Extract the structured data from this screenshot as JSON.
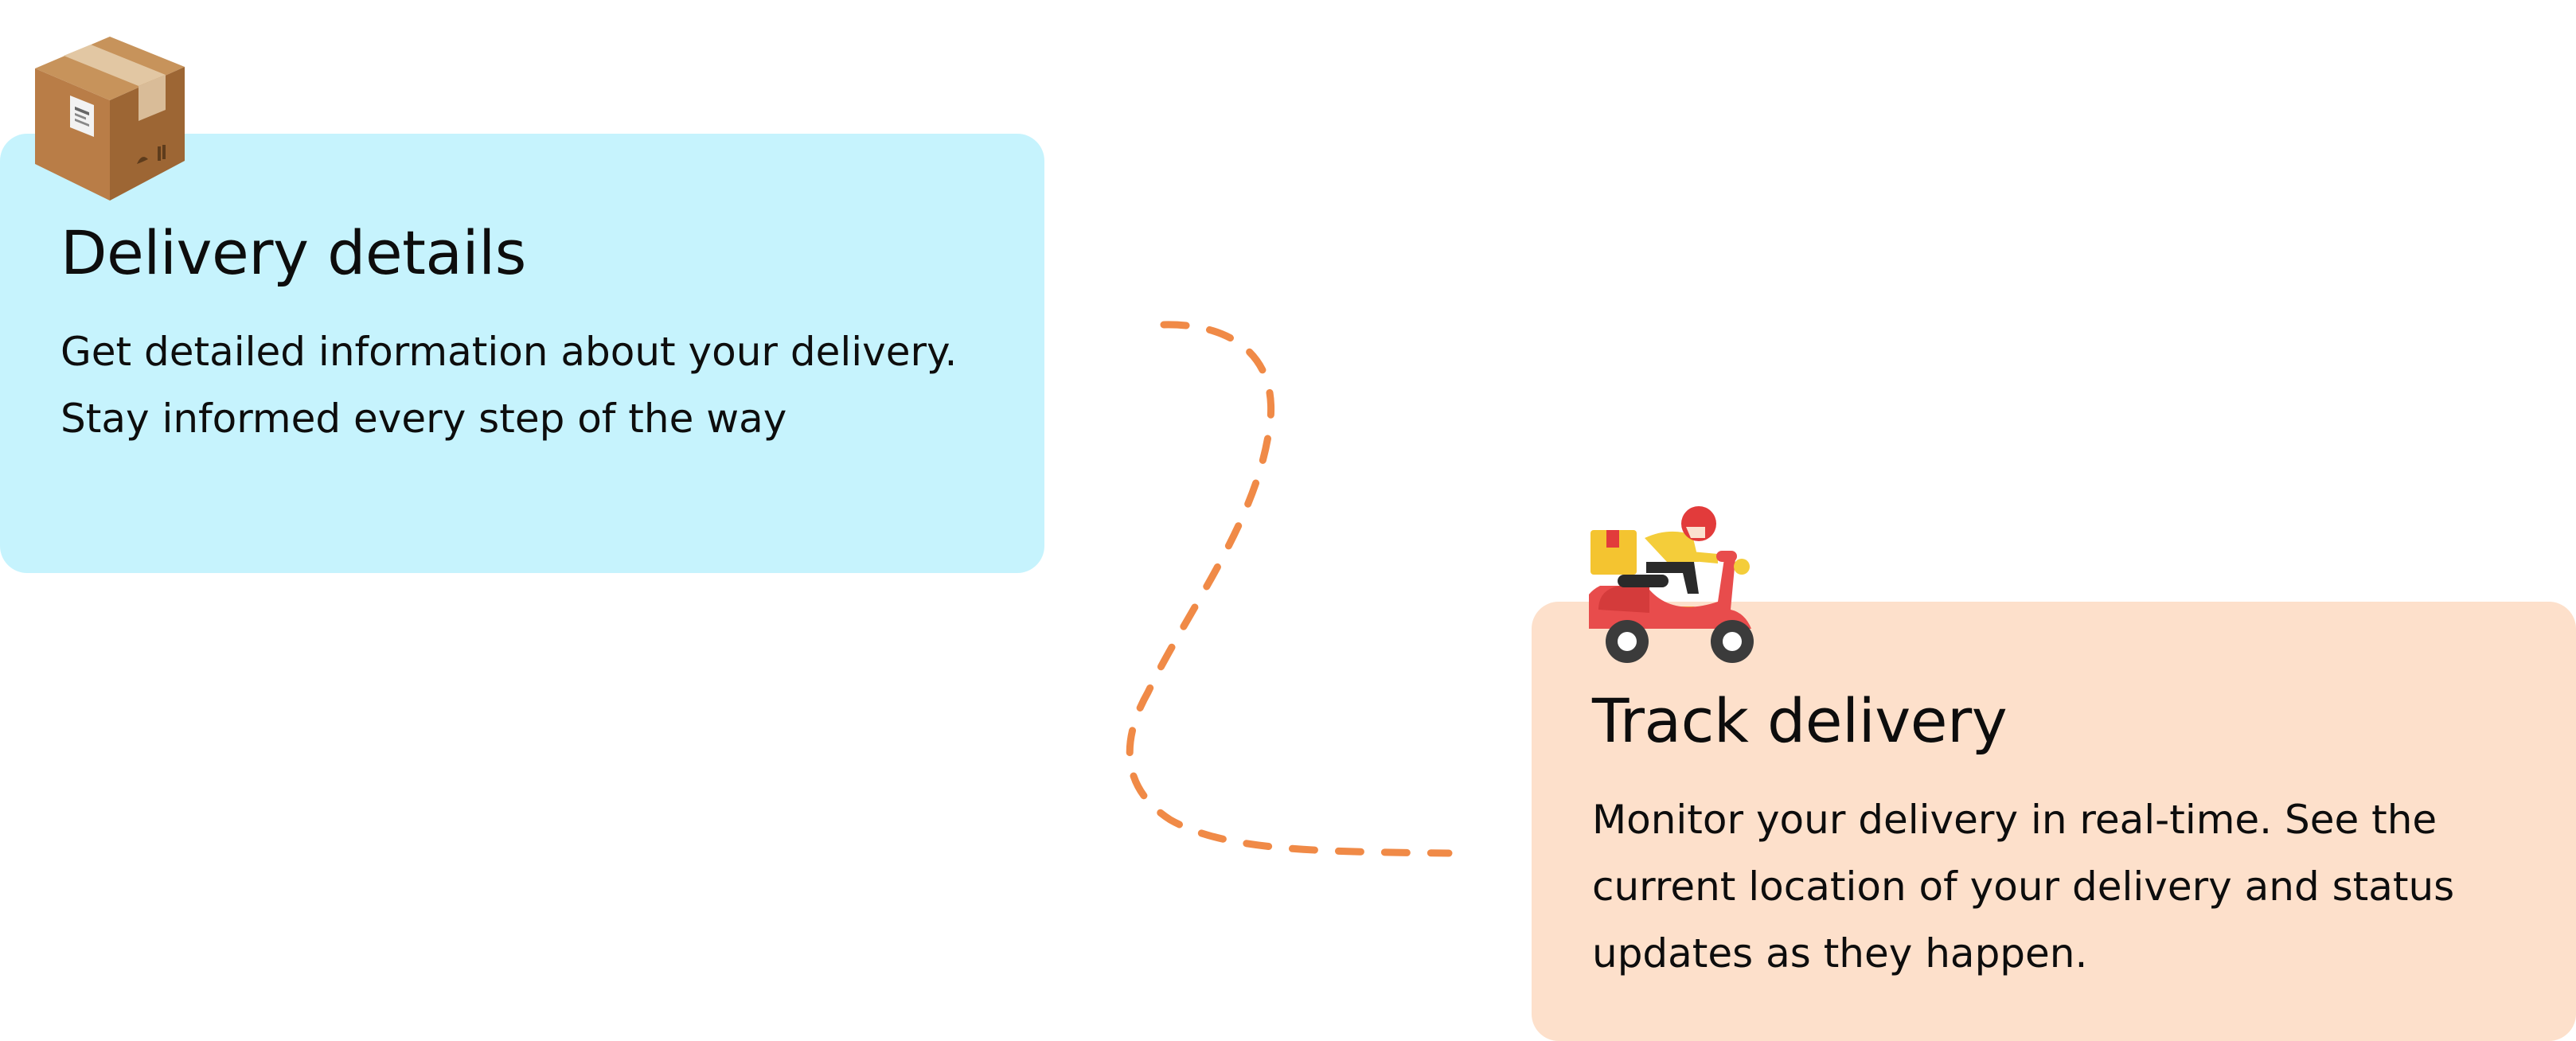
{
  "cards": {
    "details": {
      "title": "Delivery details",
      "text": "Get detailed information about your delivery. Stay informed every step of the way",
      "background": "#c6f3fd",
      "icon": "package-box-icon"
    },
    "track": {
      "title": "Track delivery",
      "text": "Monitor your delivery in real-time. See the current location of your delivery and status updates as they happen.",
      "background": "#fde0cb",
      "icon": "delivery-scooter-icon"
    }
  },
  "connector": {
    "icon": "dashed-route-path",
    "color": "#f08a47"
  }
}
